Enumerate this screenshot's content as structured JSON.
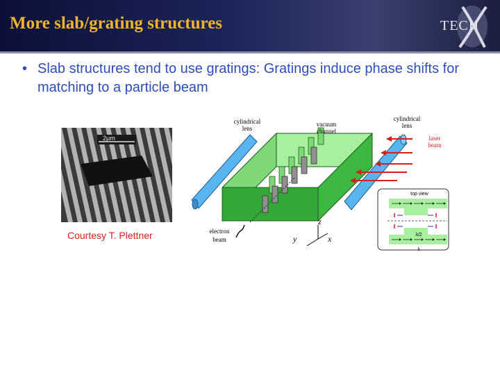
{
  "slide": {
    "title": "More slab/grating structures",
    "logo_text": "TECH",
    "bullet": "Slab structures tend to use gratings:  Gratings induce phase shifts for matching to a particle beam",
    "courtesy": "Courtesy T. Plettner"
  },
  "sem_image": {
    "scale_label": "2μm"
  },
  "diagram": {
    "cylindrical_lens_left": [
      "cylindrical",
      "lens"
    ],
    "vacuum_channel": [
      "vacuum",
      "channel"
    ],
    "cylindrical_lens_right": [
      "cylindrical",
      "lens"
    ],
    "laser_beam": [
      "laser",
      "beam"
    ],
    "electron_beam": [
      "electron",
      "beam"
    ],
    "axis_z": "z",
    "axis_y": "y",
    "axis_x": "x",
    "inset_title": "top view",
    "inset_half_lambda": "λ/2",
    "inset_lambda": "λ"
  },
  "colors": {
    "title": "#f0b42a",
    "bullet": "#2d4db5",
    "courtesy": "#d42020",
    "slab_green": "#3cb840",
    "light_green": "#a8f0a0",
    "lens_blue": "#5ab4f0"
  }
}
